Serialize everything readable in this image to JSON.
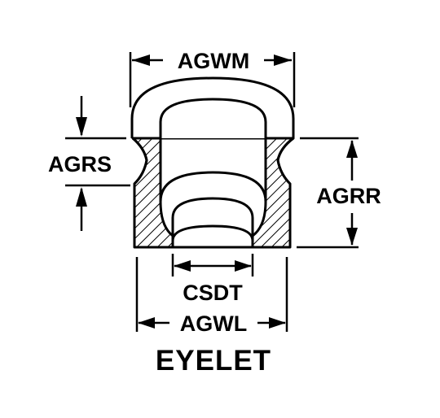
{
  "title": "EYELET",
  "dimensions": {
    "agwm": "AGWM",
    "agrs": "AGRS",
    "agrr": "AGRR",
    "csdt": "CSDT",
    "agwl": "AGWL"
  },
  "colors": {
    "line": "#000000",
    "background": "#ffffff"
  }
}
